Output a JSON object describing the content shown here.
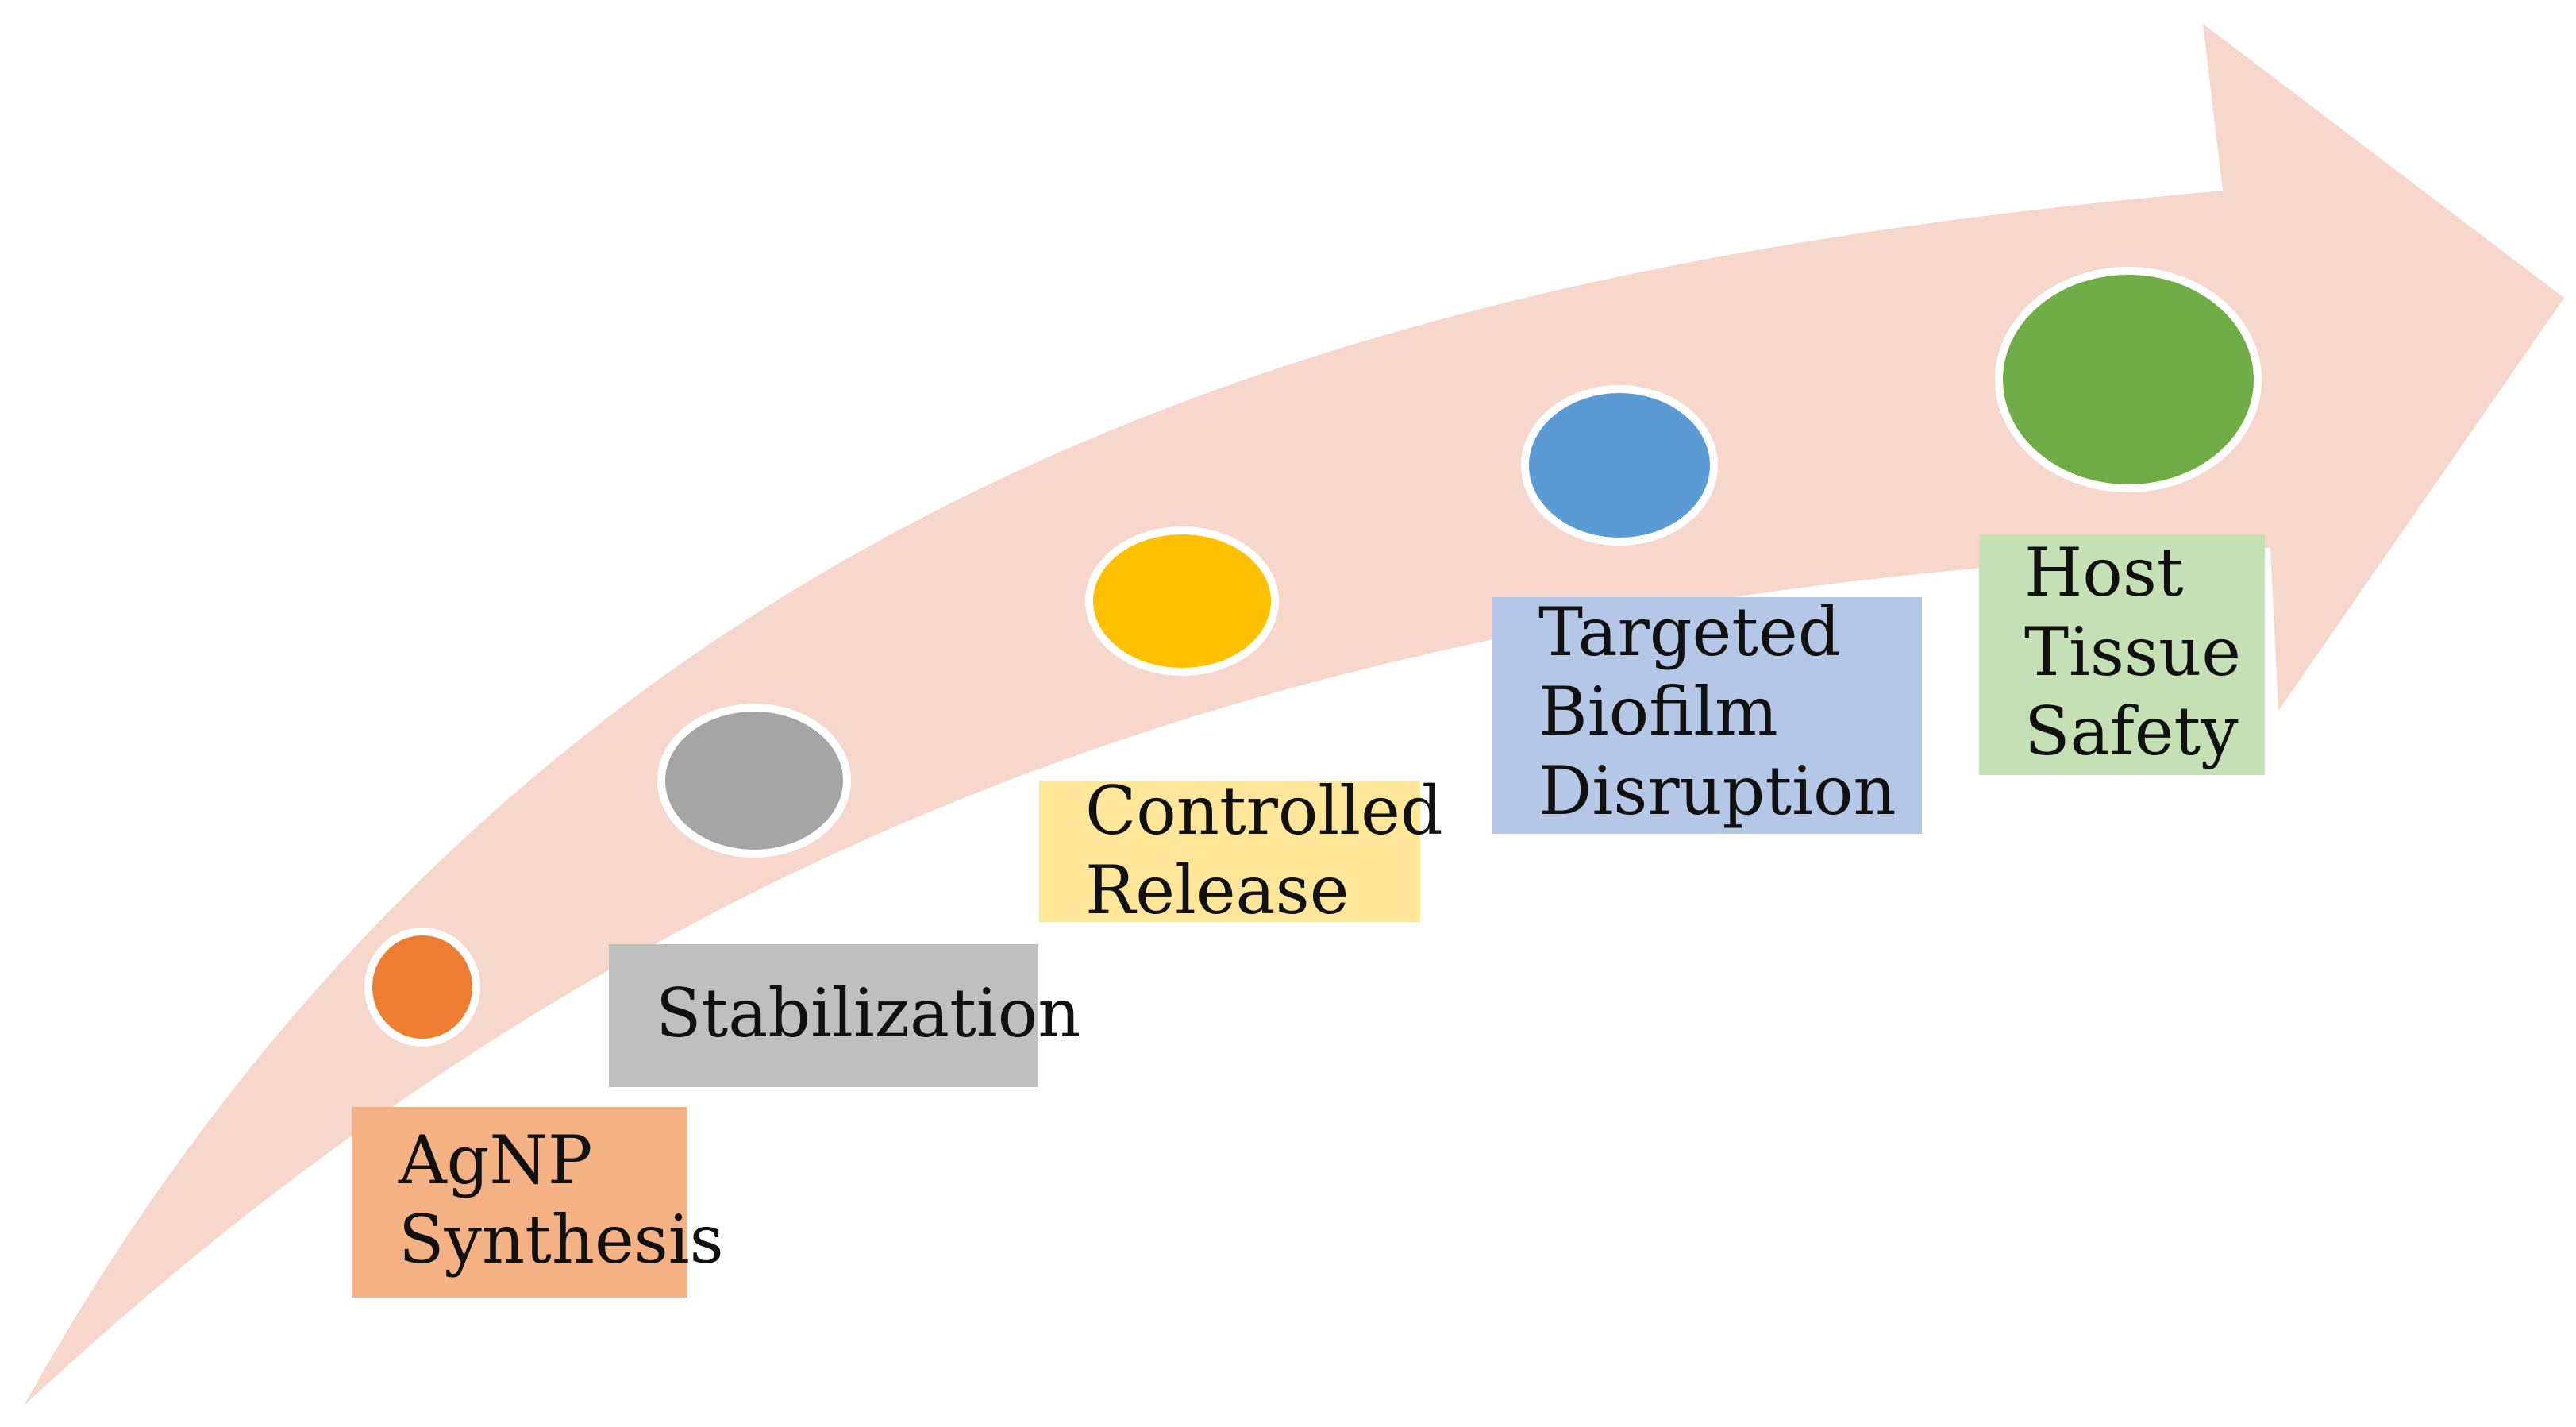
{
  "arrow": {
    "color": "#f7d6cc"
  },
  "stages": [
    {
      "id": "agnp-synthesis",
      "lines": [
        "AgNP",
        "Synthesis"
      ],
      "dot_color": "#ed7d31",
      "box_color": "#f4b183"
    },
    {
      "id": "stabilization",
      "lines": [
        "Stabilization"
      ],
      "dot_color": "#a5a5a5",
      "box_color": "#bfbfbf"
    },
    {
      "id": "controlled-release",
      "lines": [
        "Controlled",
        "Release"
      ],
      "dot_color": "#ffc000",
      "box_color": "#ffe699"
    },
    {
      "id": "targeted-biofilm-disruption",
      "lines": [
        "Targeted",
        "Biofilm",
        "Disruption"
      ],
      "dot_color": "#5b9bd5",
      "box_color": "#b4c7e7"
    },
    {
      "id": "host-tissue-safety",
      "lines": [
        "Host",
        "Tissue",
        "Safety"
      ],
      "dot_color": "#70ad47",
      "box_color": "#c5e0b4"
    }
  ]
}
